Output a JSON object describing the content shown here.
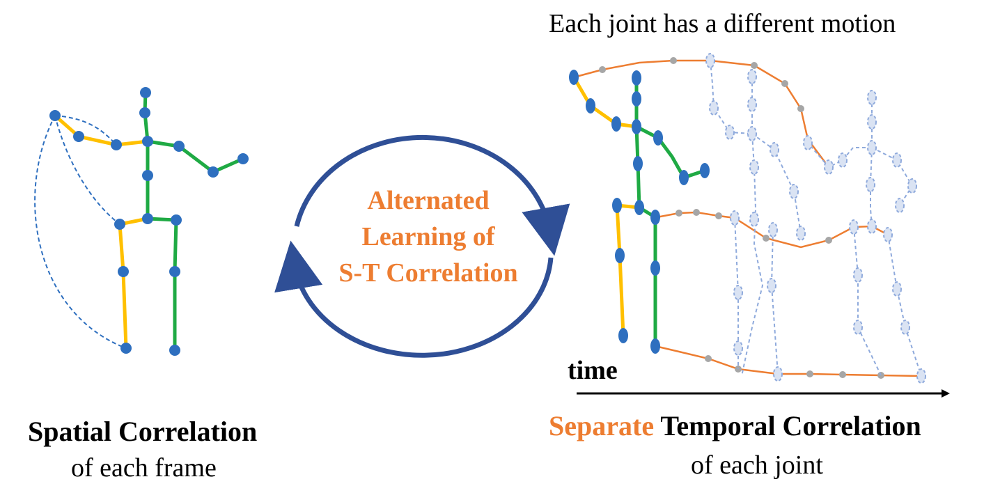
{
  "header": {
    "title": "Each joint has a different motion"
  },
  "cycle": {
    "line1": "Alternated",
    "line2": "Learning of",
    "line3": "S-T Correlation"
  },
  "axis": {
    "label": "time"
  },
  "left_caption": {
    "bold": "Spatial Correlation",
    "sub": "of each frame"
  },
  "right_caption": {
    "accent": "Separate",
    "bold": "Temporal Correlation",
    "sub": "of each joint"
  },
  "colors": {
    "accent": "#ED7D31",
    "joint": "#2E6FBF",
    "cycle_arrow": "#2F4F96",
    "left_limb": "#FFC000",
    "right_limb": "#1FAA44",
    "faded_joint": "#8FAADC",
    "trajectory_dot": "#A6A6A6"
  }
}
